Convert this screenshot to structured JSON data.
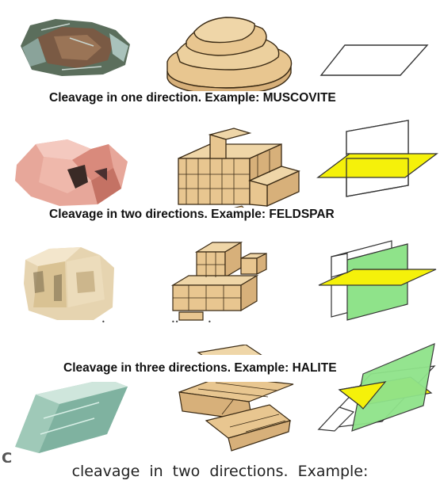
{
  "rows": [
    {
      "caption": "Cleavage in one direction. Example: MUSCOVITE"
    },
    {
      "caption": "Cleavage in two directions. Example: FELDSPAR"
    },
    {
      "caption": ""
    },
    {
      "caption": "Cleavage in three directions. Example: HALITE"
    }
  ],
  "footer": "cleavage in two directions. Example:",
  "stray_mark": "C",
  "colors": {
    "block_fill": "#e8c690",
    "block_edge": "#3a2a14",
    "plane_yellow": "#f5f10a",
    "plane_green": "#8fe38a",
    "plane_white": "#ffffff"
  }
}
